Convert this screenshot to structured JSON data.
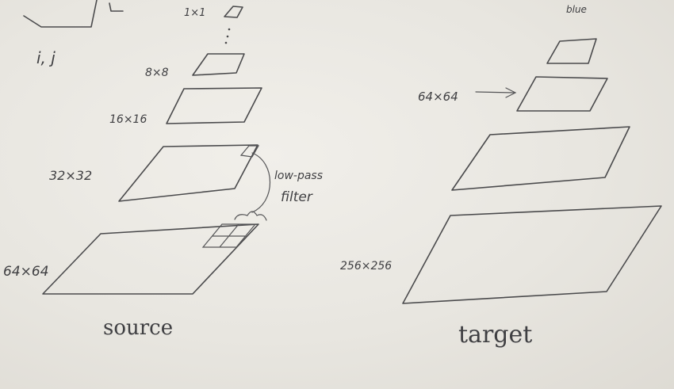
{
  "whiteboard": {
    "corner_label": "i, j",
    "top_label": "1×1",
    "top_right_label": "blue",
    "source": {
      "caption": "source",
      "levels": [
        "1×1",
        "8×8",
        "16×16",
        "32×32",
        "64×64"
      ]
    },
    "annotation": {
      "line1": "low-pass",
      "line2": "filter"
    },
    "target": {
      "caption": "target",
      "labels": [
        "64×64",
        "256×256"
      ]
    }
  },
  "colors": {
    "board": "#e9e7e1",
    "ink": "#4a4a4c"
  }
}
